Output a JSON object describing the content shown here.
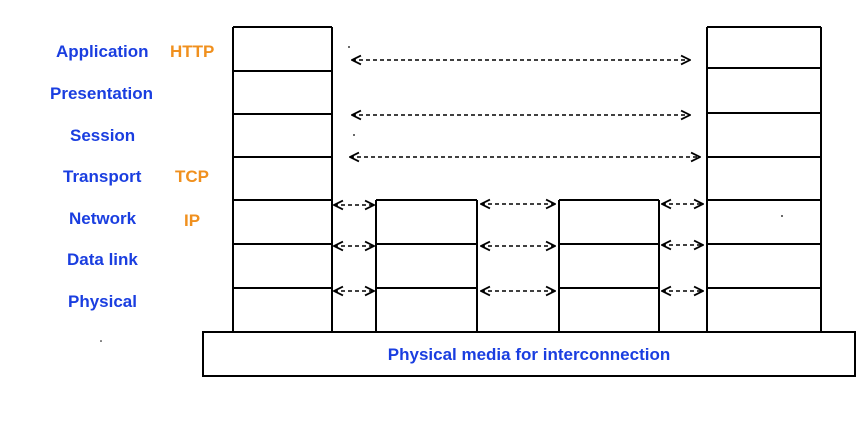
{
  "colors": {
    "layer_text": "#1a3ee0",
    "protocol_text": "#f0901e",
    "line": "#000000"
  },
  "layers": [
    {
      "label": "Application"
    },
    {
      "label": "Presentation"
    },
    {
      "label": "Session"
    },
    {
      "label": "Transport"
    },
    {
      "label": "Network"
    },
    {
      "label": "Data link"
    },
    {
      "label": "Physical"
    }
  ],
  "protocols": [
    {
      "label": "HTTP",
      "layer": "Application"
    },
    {
      "label": "TCP",
      "layer": "Transport"
    },
    {
      "label": "IP",
      "layer": "Network"
    }
  ],
  "media": {
    "label": "Physical media for interconnection"
  }
}
